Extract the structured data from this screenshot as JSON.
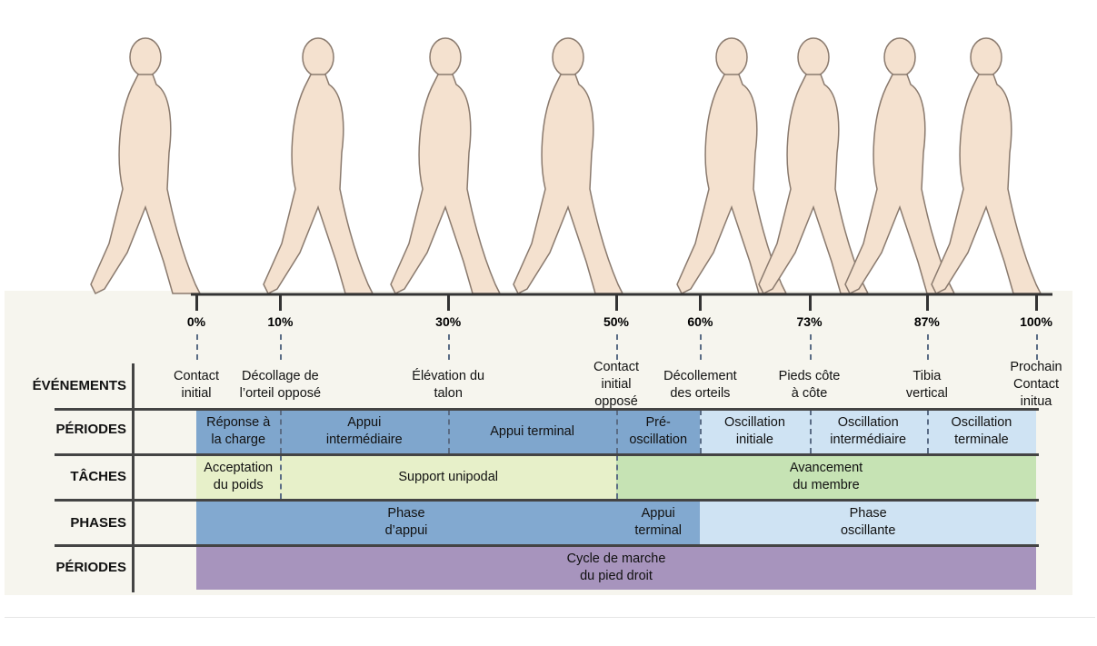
{
  "percent_ticks": [
    0,
    10,
    30,
    50,
    60,
    73,
    87,
    100
  ],
  "row_labels": [
    "ÉVÉNEMENTS",
    "PÉRIODES",
    "TÂCHES",
    "PHASES",
    "PÉRIODES"
  ],
  "events": [
    {
      "p": 0,
      "text": "Contact\ninitial"
    },
    {
      "p": 10,
      "text": "Décollage de\nl’orteil opposé"
    },
    {
      "p": 30,
      "text": "Élévation du\ntalon"
    },
    {
      "p": 50,
      "text": "Contact\ninitial\nopposé"
    },
    {
      "p": 60,
      "text": "Décollement\ndes orteils"
    },
    {
      "p": 73,
      "text": "Pieds côte\nà côte"
    },
    {
      "p": 87,
      "text": "Tibia\nvertical"
    },
    {
      "p": 100,
      "text": "Prochain\nContact\ninitua"
    }
  ],
  "rows": [
    [
      {
        "from": 0,
        "to": 10,
        "text": "Réponse à\nla charge",
        "color": "#7fa6cd"
      },
      {
        "from": 10,
        "to": 30,
        "text": "Appui\nintermédiaire",
        "color": "#7fa6cd"
      },
      {
        "from": 30,
        "to": 50,
        "text": "Appui terminal",
        "color": "#7fa6cd"
      },
      {
        "from": 50,
        "to": 60,
        "text": "Pré-\noscillation",
        "color": "#7fa6cd"
      },
      {
        "from": 60,
        "to": 73,
        "text": "Oscillation\ninitiale",
        "color": "#cfe3f3"
      },
      {
        "from": 73,
        "to": 87,
        "text": "Oscillation\nintermédiaire",
        "color": "#cfe3f3"
      },
      {
        "from": 87,
        "to": 100,
        "text": "Oscillation\nterminale",
        "color": "#cfe3f3"
      }
    ],
    [
      {
        "from": 0,
        "to": 10,
        "text": "Acceptation\ndu poids",
        "color": "#e7f0c9"
      },
      {
        "from": 10,
        "to": 50,
        "text": "Support unipodal",
        "color": "#e7f0c9"
      },
      {
        "from": 50,
        "to": 100,
        "text": "Avancement\ndu membre",
        "color": "#c6e3b4"
      }
    ],
    [
      {
        "from": 0,
        "to": 50,
        "text": "Phase\nd’appui",
        "color": "#82a9d0"
      },
      {
        "from": 50,
        "to": 60,
        "text": "Appui\nterminal",
        "color": "#82a9d0"
      },
      {
        "from": 60,
        "to": 100,
        "text": "Phase\noscillante",
        "color": "#cfe3f3"
      }
    ],
    [
      {
        "from": 0,
        "to": 100,
        "text": "Cycle de marche\ndu pied droit",
        "color": "#a794bd"
      }
    ]
  ],
  "dashed_at": [
    [
      10,
      30,
      50,
      60,
      73,
      87
    ],
    [
      10,
      50
    ],
    [],
    []
  ]
}
